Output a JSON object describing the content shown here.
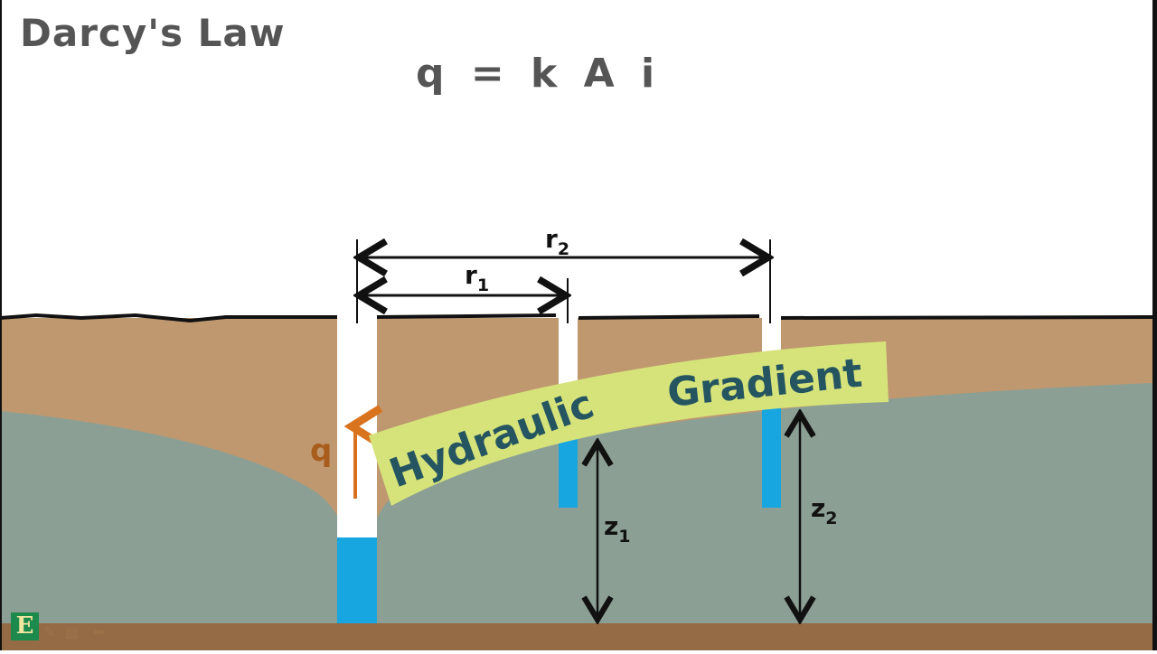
{
  "title": "Darcy's Law",
  "equation": "q = k A i",
  "labels": {
    "r1": "r",
    "r1_sub": "1",
    "r2": "r",
    "r2_sub": "2",
    "z1": "z",
    "z1_sub": "1",
    "z2": "z",
    "z2_sub": "2",
    "flow": "q",
    "banner_word1": "Hydraulic",
    "banner_word2": "Gradient"
  },
  "colors": {
    "soil": "#bf9870",
    "aquifer": "#8c9f94",
    "bedrock": "#946b45",
    "water": "#17a6e0",
    "banner": "#d6e37a",
    "banner_text": "#255560",
    "flow_arrow": "#d9731e",
    "flow_label": "#a85d1c",
    "text": "#555555"
  },
  "logo": {
    "glyph": "E"
  },
  "toolbar": {
    "pen_icon": "✎",
    "notes_icon": "▤",
    "share_icon": "➦"
  }
}
